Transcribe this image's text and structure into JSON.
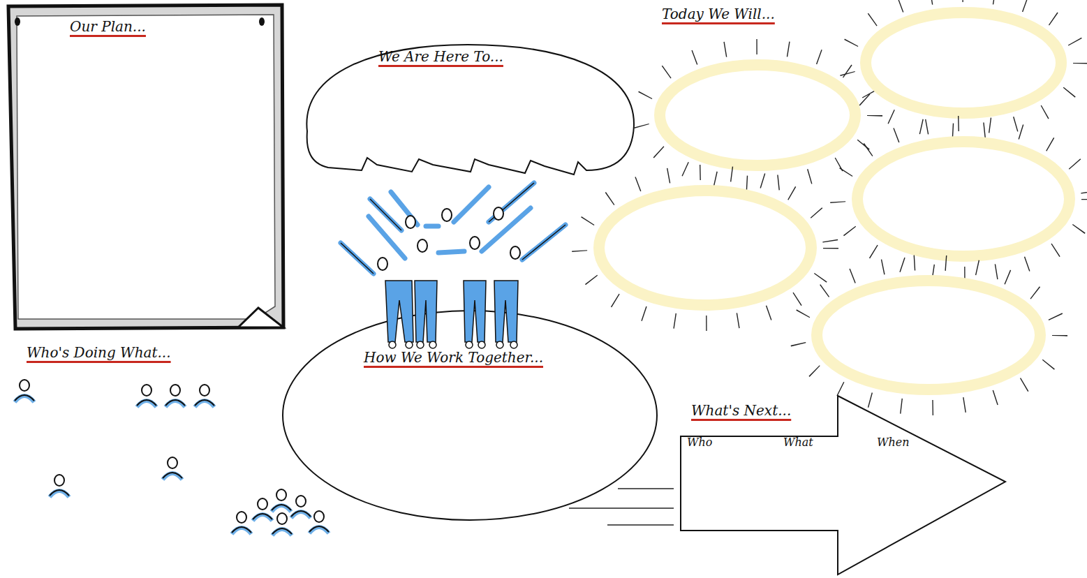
{
  "diagram": {
    "nodes": [
      {
        "text": [
          "Our Plan..."
        ]
      },
      {
        "text": [
          "We Are Here To..."
        ]
      },
      {
        "text": [
          "How We Work Together..."
        ]
      },
      {
        "text": [
          "What's Next...",
          "Who",
          "What",
          "When"
        ]
      }
    ],
    "labels": [
      "Today We Will...",
      "Who's Doing What..."
    ]
  }
}
